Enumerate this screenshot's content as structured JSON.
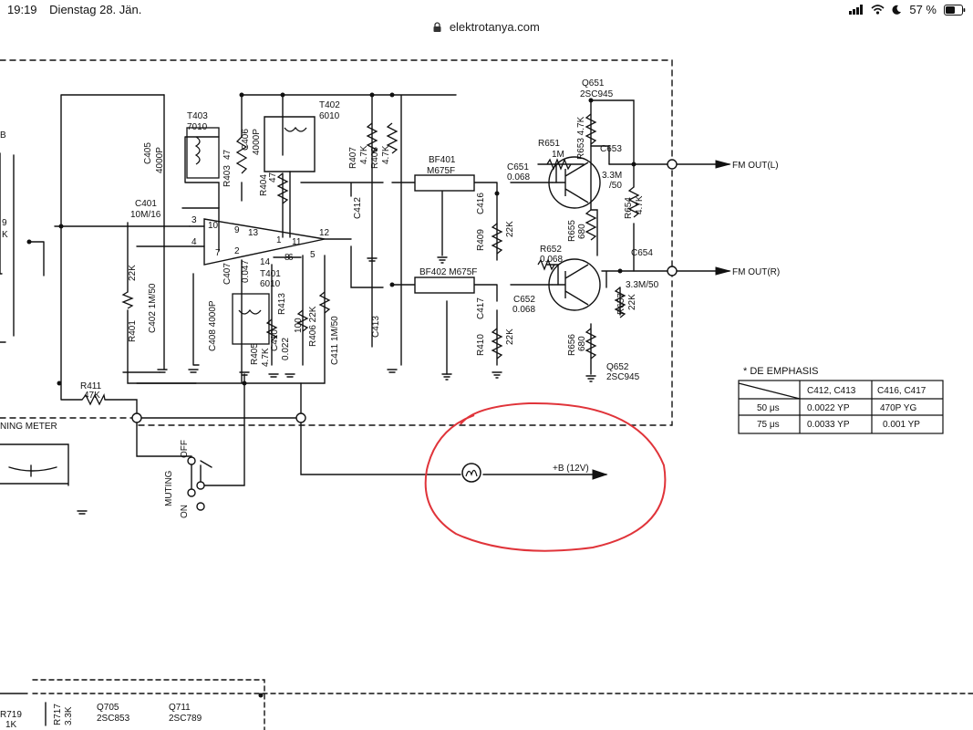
{
  "status_bar": {
    "time": "19:19",
    "date": "Dienstag 28. Jän.",
    "battery": "57 %",
    "icons": [
      "signal-icon",
      "wifi-icon",
      "moon-icon",
      "battery-icon"
    ]
  },
  "browser": {
    "url": "elektrotanya.com"
  },
  "schematic": {
    "labels": {
      "t403": "T403",
      "t403_part": "7010",
      "t402": "T402",
      "t402_part": "6010",
      "c405": "C405",
      "c405_val": "4000P",
      "c406": "C406",
      "c406_val": "4000P",
      "r403": "R403",
      "r403_val": "47",
      "r404": "R404",
      "r404_val": "47",
      "r407": "R407",
      "r407_val": "4.7K",
      "r408": "R408",
      "r408_val": "4.7K",
      "c401": "C401",
      "c401_val": "10M/16",
      "c412": "C412",
      "c413": "C413",
      "bf401": "BF401",
      "bf401_part": "M675F",
      "bf402": "BF402 M675F",
      "c651": "C651",
      "c651_val": "0.068",
      "c652": "C652",
      "c652_val": "0.068",
      "c416": "C416",
      "c417": "C417",
      "r409": "R409",
      "r410": "R410",
      "r409_val": "22K",
      "r410_val": "22K",
      "r651": "R651",
      "r651_val": "1M",
      "r652": "R652",
      "r652_val": "0.068",
      "r653": "R653 4.7K",
      "c653": "C653",
      "c653_val": "3.3M",
      "c653_val2": "/50",
      "c654": "C654",
      "c654_val": "3.3M/50",
      "r654": "R654",
      "r654_val": "4.7K",
      "r655": "R655",
      "r655_val": "680",
      "r656": "R656",
      "r656_val": "680",
      "r657": "R657",
      "r657_val": "22K",
      "q651": "Q651",
      "q651_part": "2SC945",
      "q652": "Q652",
      "q652_part": "2SC945",
      "fm_out_l": "FM OUT(L)",
      "fm_out_r": "FM OUT(R)",
      "r401": "R401",
      "r401_val": "22K",
      "c402": "C402 1M/50",
      "c407": "C407",
      "c407_val": "0.047",
      "c408": "C408 4000P",
      "t401": "T401",
      "t401_part": "6010",
      "r413": "R413",
      "r405": "R405",
      "r405_val": "4.7K",
      "c410": "C410",
      "c410_val": "0.022",
      "r406": "R406 22K",
      "c411": "C411 1M/50",
      "val_100": "100",
      "r411": "R411",
      "r411_val": "47K",
      "tuning_meter": "NING METER",
      "muting": "MUTING",
      "muting_off": "OFF",
      "muting_on": "ON",
      "plus_b": "+B (12V)",
      "de_emphasis": "* DE EMPHASIS",
      "r719": "R719",
      "r719_val": "1K",
      "r717": "R717",
      "r717_val": "3.3K",
      "q705": "Q705",
      "q705_part": "2SC853",
      "q711": "Q711",
      "q711_part": "2SC789",
      "pin_10": "10",
      "pin_9": "9",
      "pin_13": "13",
      "pin_3": "3",
      "pin_4": "4",
      "pin_7": "7",
      "pin_2": "2",
      "pin_14": "14",
      "pin_1": "1",
      "pin_11": "11",
      "pin_12": "12",
      "pin_8": "8",
      "pin_6": "6",
      "pin_5": "5",
      "frag_9": "9",
      "frag_k": "K",
      "frag_b": "B"
    },
    "deemphasis_table": {
      "headers": [
        "C412, C413",
        "C416, C417"
      ],
      "rows": [
        {
          "tc": "50 μs",
          "c412": "0.0022 YP",
          "c416": "470P YG"
        },
        {
          "tc": "75 μs",
          "c412": "0.0033 YP",
          "c416": "0.001 YP"
        }
      ]
    },
    "annotation_color": "#e0343a"
  }
}
